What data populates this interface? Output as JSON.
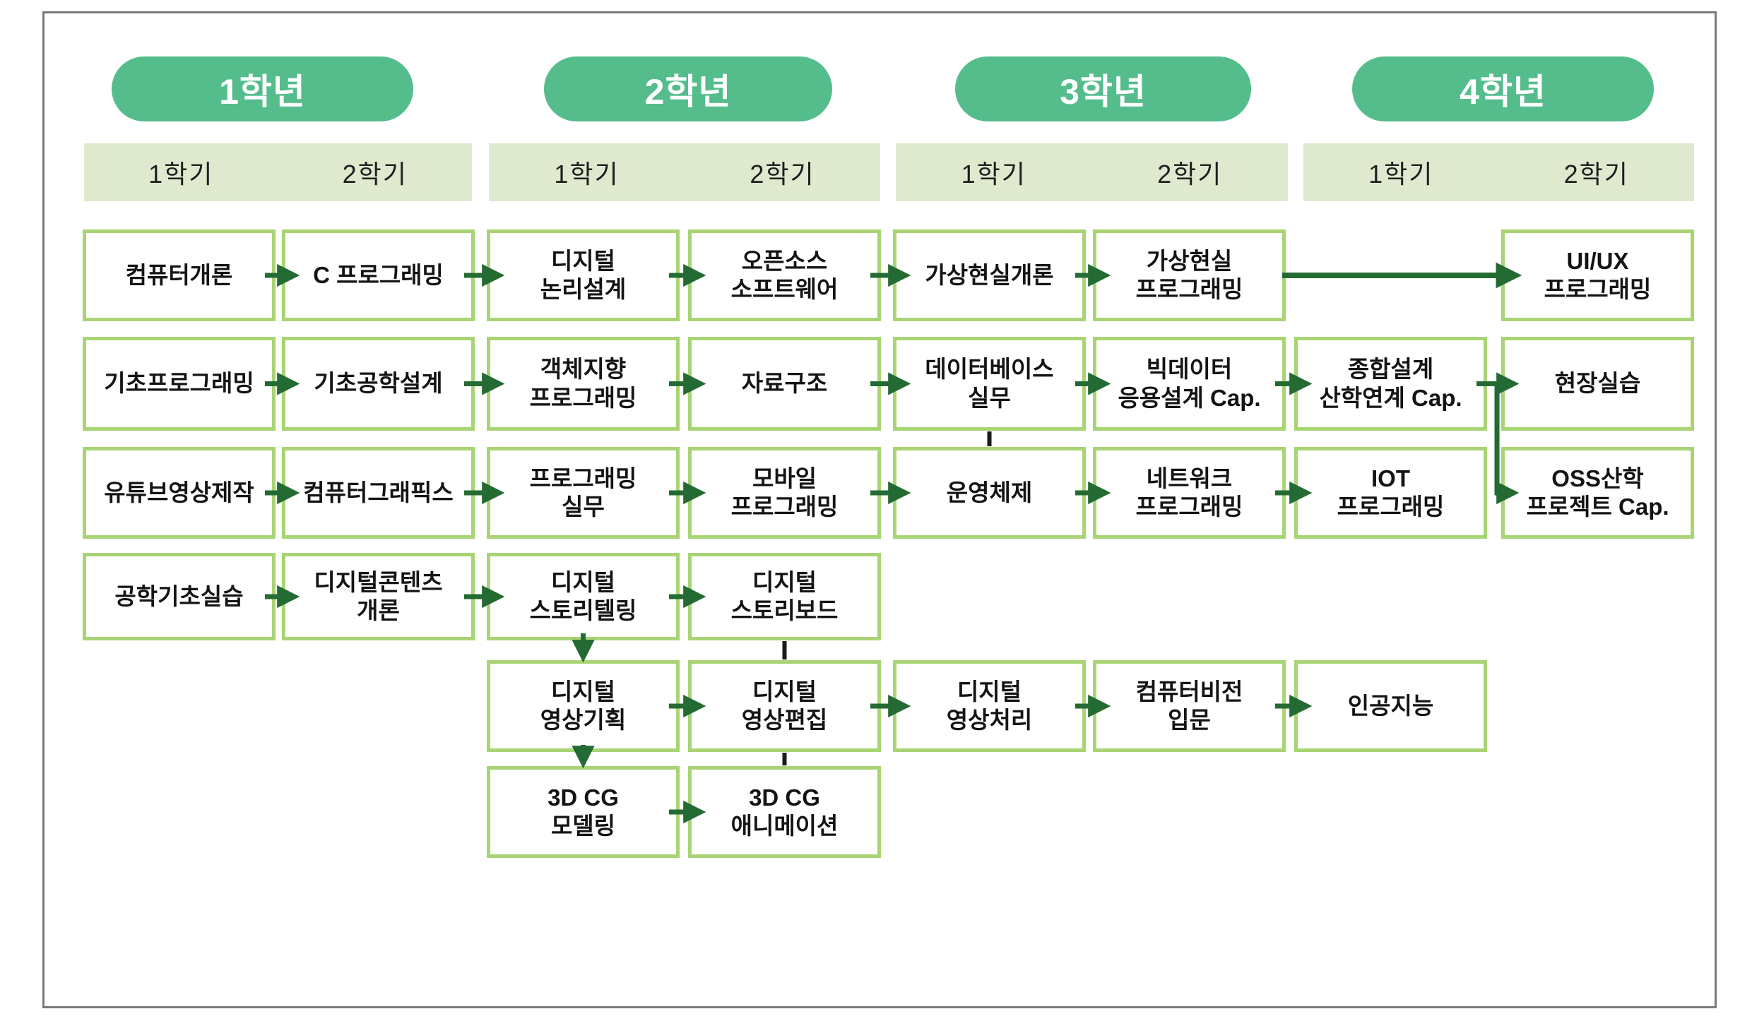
{
  "colors": {
    "year_pill_green": "#55bd8c",
    "semester_bar_green": "#dfe9ce",
    "course_border_green": "#a8d474",
    "arrow_dark_green": "#246b33",
    "tick_black": "#1a1a1a",
    "frame_gray": "#7a7a7a",
    "text_black": "#141414"
  },
  "years": [
    {
      "label": "1학년",
      "semesters": [
        "1학기",
        "2학기"
      ]
    },
    {
      "label": "2학년",
      "semesters": [
        "1학기",
        "2학기"
      ]
    },
    {
      "label": "3학년",
      "semesters": [
        "1학기",
        "2학기"
      ]
    },
    {
      "label": "4학년",
      "semesters": [
        "1학기",
        "2학기"
      ]
    }
  ],
  "courses": [
    {
      "row": 0,
      "col": 0,
      "label": "컴퓨터개론"
    },
    {
      "row": 0,
      "col": 1,
      "label": "C 프로그래밍"
    },
    {
      "row": 0,
      "col": 2,
      "label": "디지털\n논리설계"
    },
    {
      "row": 0,
      "col": 3,
      "label": "오픈소스\n소프트웨어"
    },
    {
      "row": 0,
      "col": 4,
      "label": "가상현실개론"
    },
    {
      "row": 0,
      "col": 5,
      "label": "가상현실\n프로그래밍"
    },
    {
      "row": 0,
      "col": 7,
      "label": "UI/UX\n프로그래밍"
    },
    {
      "row": 1,
      "col": 0,
      "label": "기초프로그래밍"
    },
    {
      "row": 1,
      "col": 1,
      "label": "기초공학설계"
    },
    {
      "row": 1,
      "col": 2,
      "label": "객체지향\n프로그래밍"
    },
    {
      "row": 1,
      "col": 3,
      "label": "자료구조"
    },
    {
      "row": 1,
      "col": 4,
      "label": "데이터베이스\n실무"
    },
    {
      "row": 1,
      "col": 5,
      "label": "빅데이터\n응용설계 Cap."
    },
    {
      "row": 1,
      "col": 6,
      "label": "종합설계\n산학연계 Cap."
    },
    {
      "row": 1,
      "col": 7,
      "label": "현장실습"
    },
    {
      "row": 2,
      "col": 0,
      "label": "유튜브영상제작"
    },
    {
      "row": 2,
      "col": 1,
      "label": "컴퓨터그래픽스"
    },
    {
      "row": 2,
      "col": 2,
      "label": "프로그래밍\n실무"
    },
    {
      "row": 2,
      "col": 3,
      "label": "모바일\n프로그래밍"
    },
    {
      "row": 2,
      "col": 4,
      "label": "운영체제"
    },
    {
      "row": 2,
      "col": 5,
      "label": "네트워크\n프로그래밍"
    },
    {
      "row": 2,
      "col": 6,
      "label": "IOT\n프로그래밍"
    },
    {
      "row": 2,
      "col": 7,
      "label": "OSS산학\n프로젝트 Cap."
    },
    {
      "row": 3,
      "col": 0,
      "label": "공학기초실습"
    },
    {
      "row": 3,
      "col": 1,
      "label": "디지털콘텐츠\n개론"
    },
    {
      "row": 3,
      "col": 2,
      "label": "디지털\n스토리텔링"
    },
    {
      "row": 3,
      "col": 3,
      "label": "디지털\n스토리보드"
    },
    {
      "row": 4,
      "col": 2,
      "label": "디지털\n영상기획"
    },
    {
      "row": 4,
      "col": 3,
      "label": "디지털\n영상편집"
    },
    {
      "row": 4,
      "col": 4,
      "label": "디지털\n영상처리"
    },
    {
      "row": 4,
      "col": 5,
      "label": "컴퓨터비전\n입문"
    },
    {
      "row": 4,
      "col": 6,
      "label": "인공지능"
    },
    {
      "row": 5,
      "col": 2,
      "label": "3D CG\n모델링"
    },
    {
      "row": 5,
      "col": 3,
      "label": "3D CG\n애니메이션"
    }
  ],
  "connectors": {
    "horizontal_arrows": [
      {
        "row": 0,
        "cols": [
          0,
          1
        ]
      },
      {
        "row": 0,
        "cols": [
          1,
          2
        ]
      },
      {
        "row": 0,
        "cols": [
          2,
          3
        ]
      },
      {
        "row": 0,
        "cols": [
          3,
          4
        ]
      },
      {
        "row": 0,
        "cols": [
          4,
          5
        ]
      },
      {
        "row": 1,
        "cols": [
          0,
          1
        ]
      },
      {
        "row": 1,
        "cols": [
          1,
          2
        ]
      },
      {
        "row": 1,
        "cols": [
          2,
          3
        ]
      },
      {
        "row": 1,
        "cols": [
          3,
          4
        ]
      },
      {
        "row": 1,
        "cols": [
          4,
          5
        ]
      },
      {
        "row": 1,
        "cols": [
          5,
          6
        ]
      },
      {
        "row": 1,
        "cols": [
          6,
          7
        ]
      },
      {
        "row": 2,
        "cols": [
          0,
          1
        ]
      },
      {
        "row": 2,
        "cols": [
          1,
          2
        ]
      },
      {
        "row": 2,
        "cols": [
          2,
          3
        ]
      },
      {
        "row": 2,
        "cols": [
          3,
          4
        ]
      },
      {
        "row": 2,
        "cols": [
          4,
          5
        ]
      },
      {
        "row": 2,
        "cols": [
          5,
          6
        ]
      },
      {
        "row": 3,
        "cols": [
          0,
          1
        ]
      },
      {
        "row": 3,
        "cols": [
          1,
          2
        ]
      },
      {
        "row": 3,
        "cols": [
          2,
          3
        ]
      },
      {
        "row": 4,
        "cols": [
          2,
          3
        ]
      },
      {
        "row": 4,
        "cols": [
          3,
          4
        ]
      },
      {
        "row": 4,
        "cols": [
          4,
          5
        ]
      },
      {
        "row": 4,
        "cols": [
          5,
          6
        ]
      },
      {
        "row": 5,
        "cols": [
          2,
          3
        ]
      }
    ],
    "long_horizontal_arrows": [
      {
        "row": 0,
        "from_col": 5,
        "to_col": 7
      }
    ],
    "vertical_arrows": [
      {
        "col": 2,
        "rows": [
          3,
          4
        ]
      },
      {
        "col": 2,
        "rows": [
          4,
          5
        ]
      }
    ],
    "vertical_ticks": [
      {
        "col": 4,
        "rows": [
          1,
          2
        ]
      },
      {
        "col": 3,
        "rows": [
          3,
          4
        ]
      },
      {
        "col": 3,
        "rows": [
          4,
          5
        ]
      }
    ],
    "elbow_arrows": [
      {
        "from_row": 1,
        "gap_after_col": 6,
        "to_row": 2,
        "to_col": 7
      }
    ]
  }
}
